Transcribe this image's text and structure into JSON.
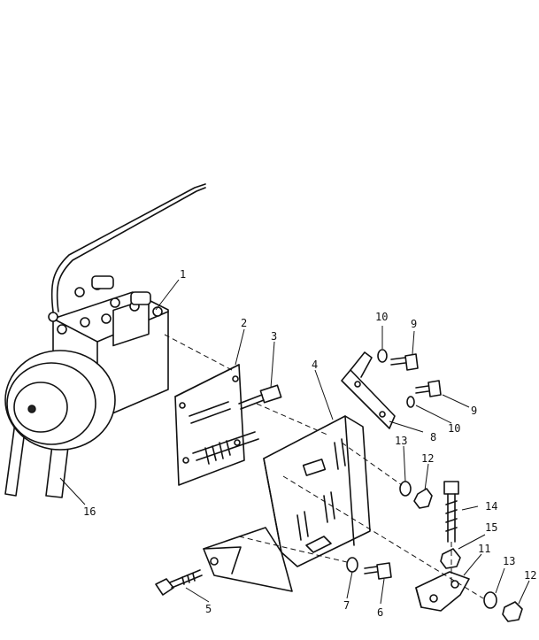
{
  "diagram": {
    "callouts": [
      "1",
      "2",
      "3",
      "4",
      "5",
      "6",
      "7",
      "8",
      "9",
      "9",
      "10",
      "10",
      "11",
      "12",
      "12",
      "13",
      "13",
      "14",
      "15",
      "16"
    ]
  }
}
